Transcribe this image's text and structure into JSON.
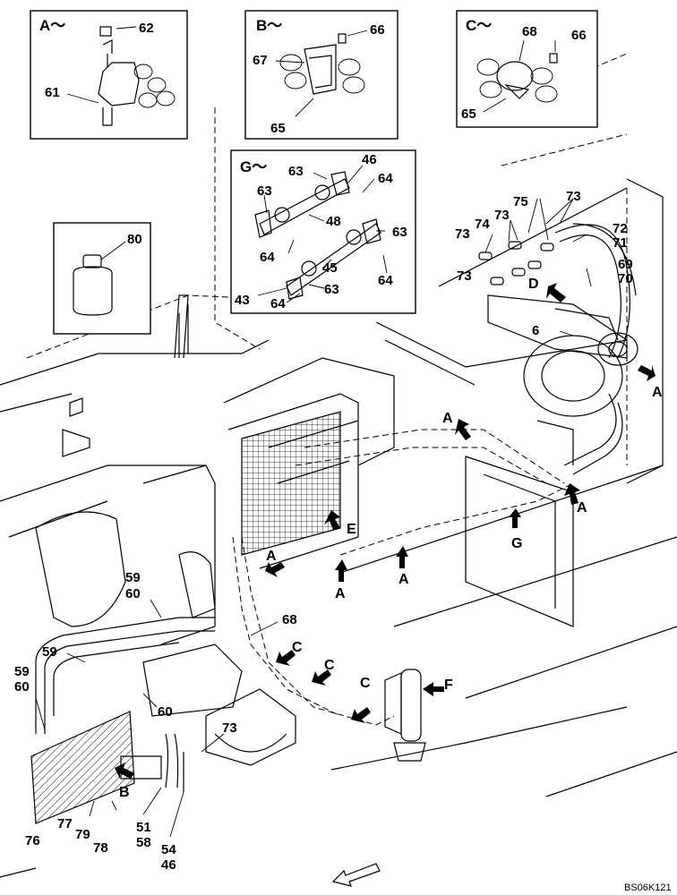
{
  "figure_code": "BS06K121",
  "details": {
    "A": {
      "title": "A～",
      "parts": [
        "62",
        "61"
      ]
    },
    "B": {
      "title": "B～",
      "parts": [
        "66",
        "67",
        "65"
      ]
    },
    "C": {
      "title": "C～",
      "parts": [
        "68",
        "66",
        "65"
      ]
    },
    "G": {
      "title": "G～",
      "parts": [
        "63",
        "46",
        "64",
        "63",
        "48",
        "63",
        "64",
        "45",
        "64",
        "43",
        "63",
        "64"
      ]
    }
  },
  "inset_bottle": {
    "part": "80"
  },
  "callouts": [
    "73",
    "75",
    "73",
    "74",
    "73",
    "72",
    "71",
    "73",
    "69",
    "70",
    "6",
    "59",
    "60",
    "68",
    "59",
    "59",
    "60",
    "60",
    "73",
    "76",
    "77",
    "79",
    "78",
    "51",
    "58",
    "54",
    "46"
  ],
  "view_refs": [
    "D",
    "A",
    "A",
    "E",
    "A",
    "A",
    "A",
    "G",
    "C",
    "C",
    "C",
    "F",
    "B"
  ]
}
